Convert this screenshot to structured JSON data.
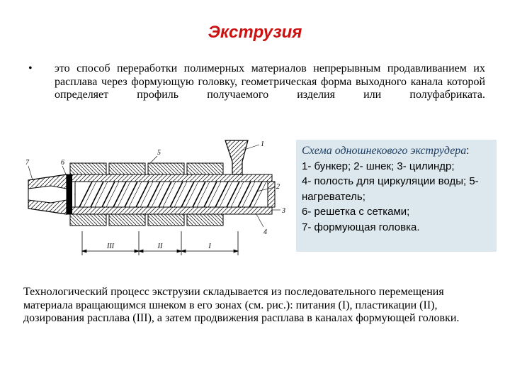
{
  "slide": {
    "title": "Экструзия",
    "bullet_symbol": "•",
    "bullet_text": "это способ переработки полимерных материалов непрерывным продавливанием их расплава через формующую головку, геометрическая форма выходного канала которой определяет профиль получаемого изделия или полуфабриката.",
    "caption": {
      "title": "Схема одношнекового экструдера",
      "colon": ":",
      "items": [
        "1- бункер; 2- шнек; 3- цилиндр;",
        "4- полость для циркуляции воды; 5- нагреватель;",
        "6- решетка с сетками;",
        "7- формующая головка."
      ]
    },
    "body_text": "Технологический процесс экструзии складывается из последовательного перемещения материала вращающимся шнеком в его зонах (см. рис.): питания (I), пластикации (II), дозирования расплава (III), а затем продвижения расплава в каналах формующей головки."
  },
  "diagram": {
    "labels": [
      "1",
      "2",
      "3",
      "4",
      "5",
      "6",
      "7"
    ],
    "zones": [
      "III",
      "II",
      "I"
    ]
  },
  "colors": {
    "title": "#cc1111",
    "caption_bg": "#dce8ed",
    "caption_title": "#1a3a5f"
  }
}
